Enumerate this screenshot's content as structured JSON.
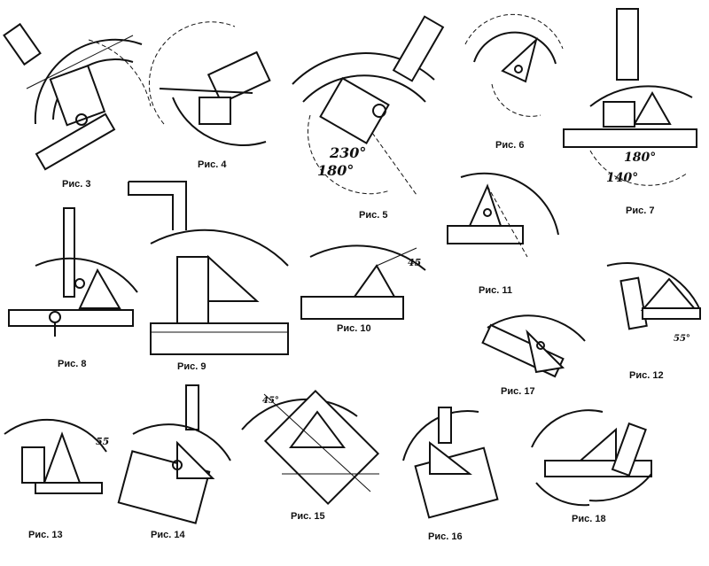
{
  "figures": [
    {
      "id": "fig3",
      "caption": "Рис. 3"
    },
    {
      "id": "fig4",
      "caption": "Рис. 4"
    },
    {
      "id": "fig5",
      "caption": "Рис. 5",
      "angle_a": "230°",
      "angle_b": "180°"
    },
    {
      "id": "fig6",
      "caption": "Рис. 6"
    },
    {
      "id": "fig7",
      "caption": "Рис. 7",
      "angle_a": "180°",
      "angle_b": "140°"
    },
    {
      "id": "fig8",
      "caption": "Рис. 8"
    },
    {
      "id": "fig9",
      "caption": "Рис. 9"
    },
    {
      "id": "fig10",
      "caption": "Рис. 10",
      "angle_a": "45"
    },
    {
      "id": "fig11",
      "caption": "Рис. 11"
    },
    {
      "id": "fig12",
      "caption": "Рис. 12",
      "angle_a": "55°"
    },
    {
      "id": "fig13",
      "caption": "Рис. 13",
      "angle_a": "55"
    },
    {
      "id": "fig14",
      "caption": "Рис. 14"
    },
    {
      "id": "fig15",
      "caption": "Рис. 15",
      "angle_a": "45°"
    },
    {
      "id": "fig16",
      "caption": "Рис. 16"
    },
    {
      "id": "fig17",
      "caption": "Рис. 17"
    },
    {
      "id": "fig18",
      "caption": "Рис. 18"
    }
  ]
}
